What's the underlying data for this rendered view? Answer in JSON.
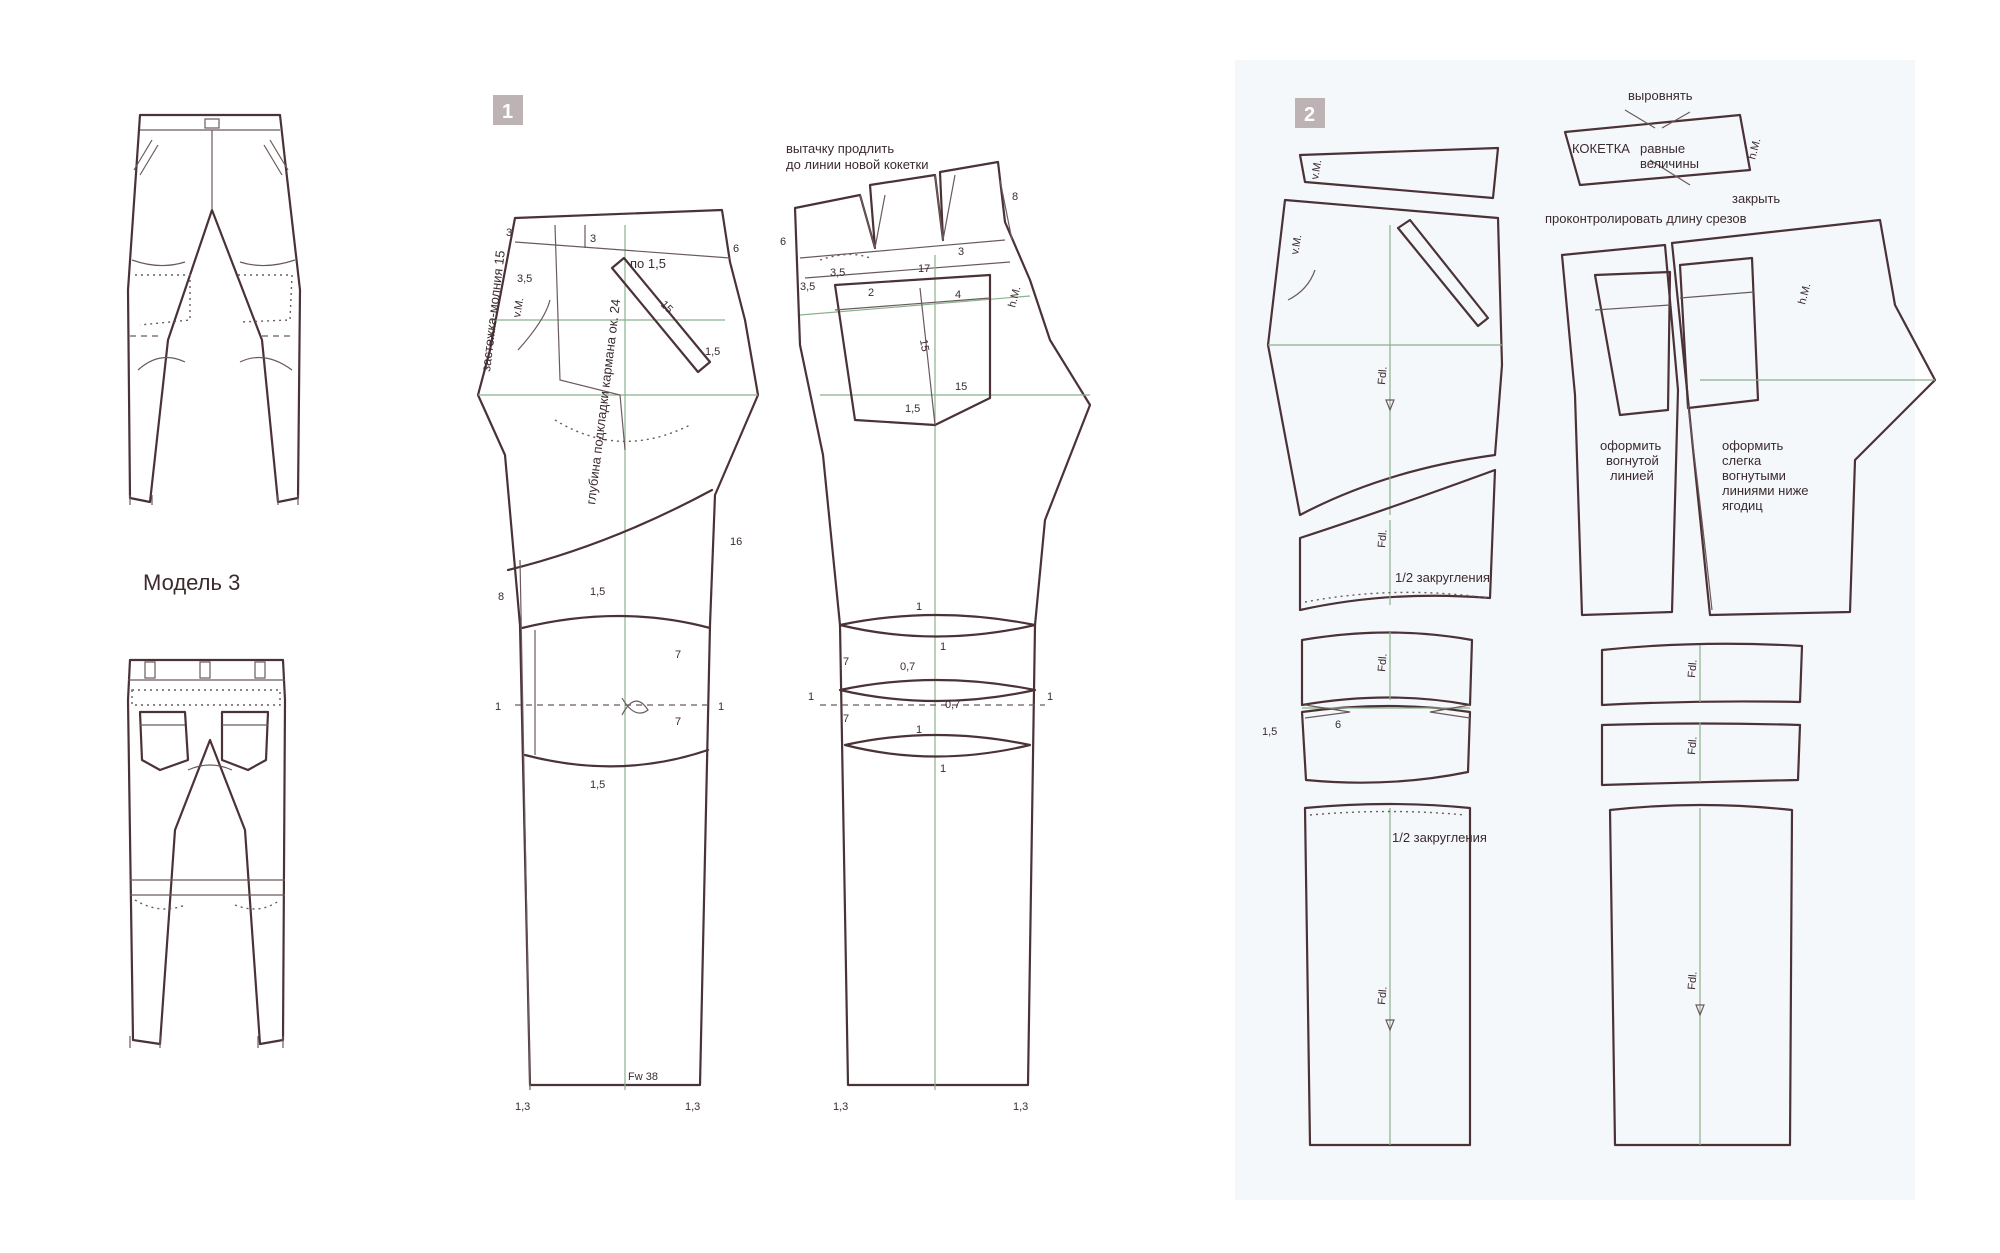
{
  "model_title": "Модель 3",
  "badges": {
    "step1": "1",
    "step2": "2"
  },
  "front": {
    "zipper": "застежка-молния 15",
    "pocket_lining": "глубина подкладки кармана ок. 24",
    "vm": "v.M.",
    "pocket_ext": "по 1,5",
    "pocket_len": "15",
    "pocket_w": "1,5",
    "m3a": "3",
    "m3b": "3",
    "m35": "3,5",
    "m6": "6",
    "m8": "8",
    "m16": "16",
    "m15a": "1,5",
    "m15b": "1,5",
    "m7a": "7",
    "m7b": "7",
    "m1l": "1",
    "m1r": "1",
    "m13l": "1,3",
    "m13r": "1,3",
    "size": "Fw 38"
  },
  "back": {
    "dart_note_1": "вытачку продлить",
    "dart_note_2": "до линии новой кокетки",
    "hm": "h.M.",
    "m6": "6",
    "m8": "8",
    "m3": "3",
    "m35a": "3,5",
    "m35b": "3,5",
    "m2": "2",
    "m17": "17",
    "m4": "4",
    "m15v": "15",
    "m15h": "15",
    "m15p": "1,5",
    "m1a": "1",
    "m1b": "1",
    "m7a": "7",
    "m7b": "7",
    "m07a": "0,7",
    "m07b": "0,7",
    "m1c": "1",
    "m1d": "1",
    "m1l": "1",
    "m1r": "1",
    "m13l": "1,3",
    "m13r": "1,3"
  },
  "step2": {
    "vm1": "v.M.",
    "vm2": "v.M.",
    "fdl": "Fdl.",
    "half_round_1": "1/2 закругления",
    "half_round_2": "1/2 закругления",
    "m15": "1,5",
    "m6": "6",
    "align": "выровнять",
    "yoke": "КОКЕТКА",
    "equal_1": "равные",
    "equal_2": "величины",
    "close": "закрыть",
    "check": "проконтролировать длину срезов",
    "hm1": "h.M.",
    "hm2": "h.M.",
    "concave_1": "оформить",
    "concave_2": "вогнутой",
    "concave_3": "линией",
    "slight_1": "оформить",
    "slight_2": "слегка",
    "slight_3": "вогнутыми",
    "slight_4": "линиями ниже",
    "slight_5": "ягодиц"
  }
}
